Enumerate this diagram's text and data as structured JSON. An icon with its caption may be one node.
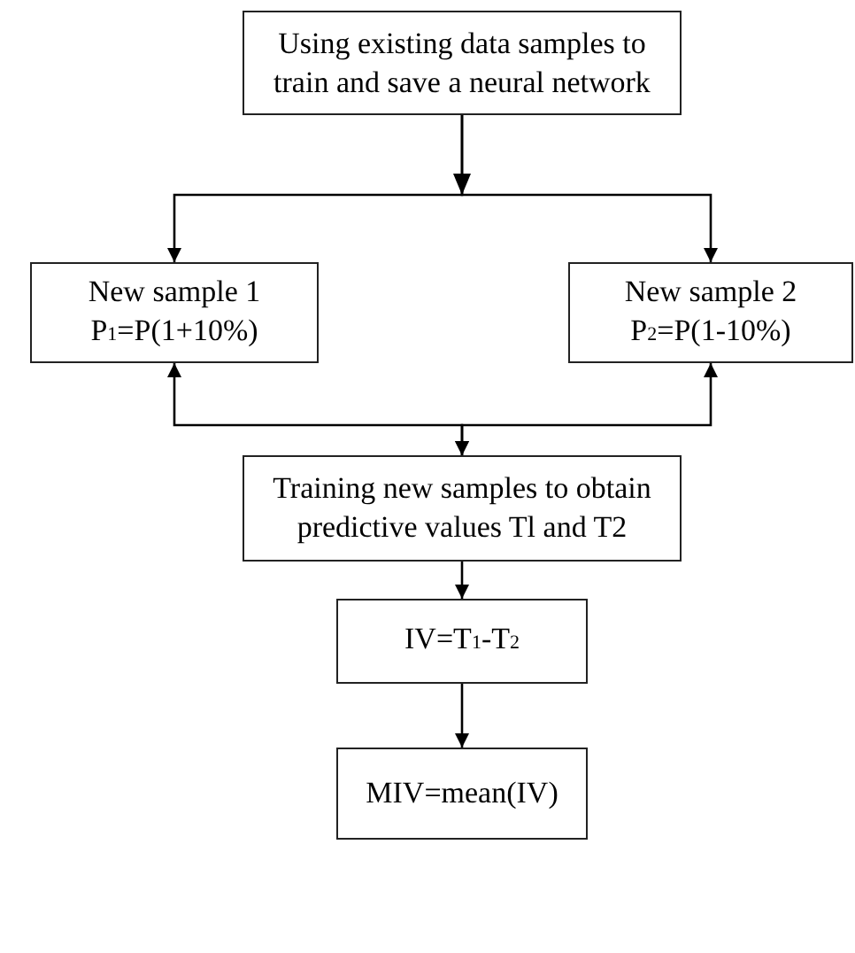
{
  "diagram": {
    "nodes": [
      {
        "text": [
          "Using existing data samples to train and save a neural network"
        ]
      },
      {
        "text": [
          "New sample 1",
          "P$_{1}$=P(1+10%)"
        ]
      },
      {
        "text": [
          "New sample 2",
          "P$_{2}$=P(1-10%)"
        ]
      },
      {
        "text": [
          "Training new samples to obtain predictive values Tl and T2"
        ]
      },
      {
        "text": [
          "IV=T$_{1}$-T$_{2}$"
        ]
      },
      {
        "text": [
          "MIV=mean(IV)"
        ]
      }
    ],
    "edges": [
      {
        "from": 0,
        "to": 1,
        "arrow": "to"
      },
      {
        "from": 0,
        "to": 2,
        "arrow": "to"
      },
      {
        "from": 1,
        "to": 3,
        "arrow": "both"
      },
      {
        "from": 2,
        "to": 3,
        "arrow": "both"
      },
      {
        "from": 3,
        "to": 4,
        "arrow": "to"
      },
      {
        "from": 4,
        "to": 5,
        "arrow": "to"
      }
    ]
  }
}
